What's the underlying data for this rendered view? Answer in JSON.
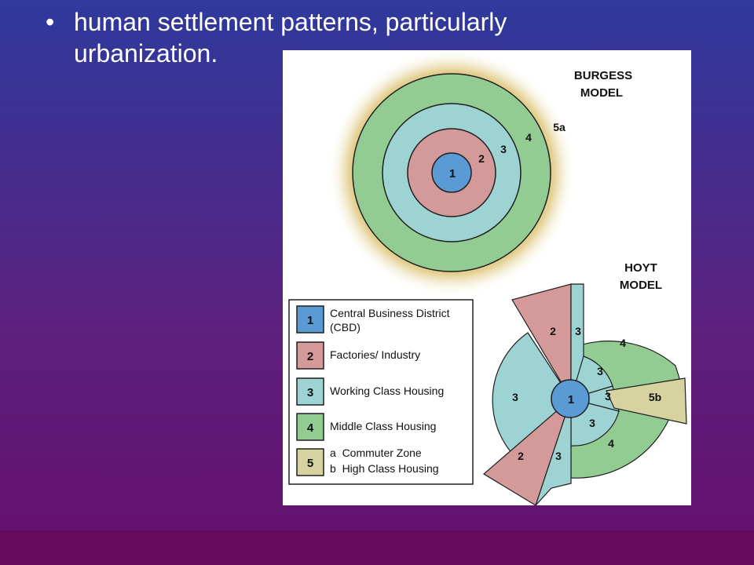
{
  "slide": {
    "bullet": "•",
    "text": "human settlement patterns, particularly urbanization."
  },
  "diagram": {
    "burgess": {
      "title_line1": "BURGESS",
      "title_line2": "MODEL",
      "labels": {
        "z1": "1",
        "z2": "2",
        "z3": "3",
        "z4": "4",
        "z5": "5a"
      }
    },
    "hoyt": {
      "title_line1": "HOYT",
      "title_line2": "MODEL",
      "labels": {
        "cbd": "1",
        "industry_top": "2",
        "industry_bottom": "2",
        "working_left": "3",
        "working_strip_top": "3",
        "working_right_top": "3",
        "working_right": "3",
        "working_bottom_right": "3",
        "working_bottom_strip": "3",
        "middle_top": "4",
        "middle_bottom": "4",
        "high_class": "5b"
      }
    },
    "legend": {
      "items": [
        {
          "num": "1",
          "line1": "Central Business District",
          "line2": "(CBD)",
          "color": "#5b9bd5"
        },
        {
          "num": "2",
          "line1": "Factories/ Industry",
          "line2": "",
          "color": "#d49a9a"
        },
        {
          "num": "3",
          "line1": "Working Class Housing",
          "line2": "",
          "color": "#9ed3d3"
        },
        {
          "num": "4",
          "line1": "Middle Class Housing",
          "line2": "",
          "color": "#93cc93"
        },
        {
          "num": "5",
          "line1": "a  Commuter Zone",
          "line2": "b  High Class Housing",
          "color": "#d6d3a0"
        }
      ]
    }
  }
}
